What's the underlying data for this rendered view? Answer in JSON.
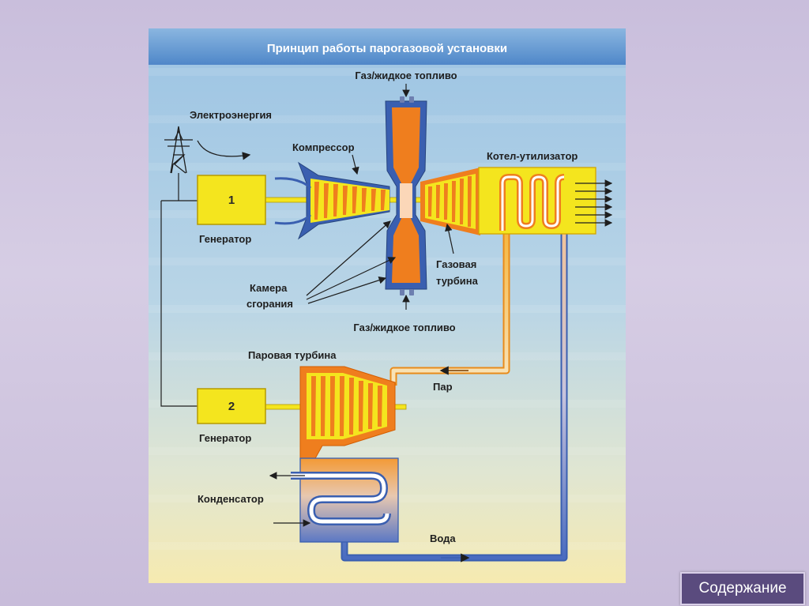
{
  "diagram": {
    "title": "Принцип работы парогазовой установки",
    "labels": {
      "fuel_top": "Газ/жидкое топливо",
      "electricity": "Электроэнергия",
      "compressor": "Компрессор",
      "boiler": "Котел-утилизатор",
      "generator1_number": "1",
      "generator1": "Генератор",
      "combustion_line1": "Камера",
      "combustion_line2": "сгорания",
      "gas_turbine_line1": "Газовая",
      "gas_turbine_line2": "турбина",
      "fuel_bottom": "Газ/жидкое топливо",
      "steam_turbine": "Паровая турбина",
      "steam": "Пар",
      "generator2_number": "2",
      "generator2": "Генератор",
      "condenser": "Конденсатор",
      "water": "Вода"
    },
    "colors": {
      "orange": "#ef7e1e",
      "yellow": "#f4e51e",
      "blue": "#3a5fb0",
      "title_bar": "#5b8fcf"
    }
  },
  "nav": {
    "contents_button": "Содержание"
  }
}
